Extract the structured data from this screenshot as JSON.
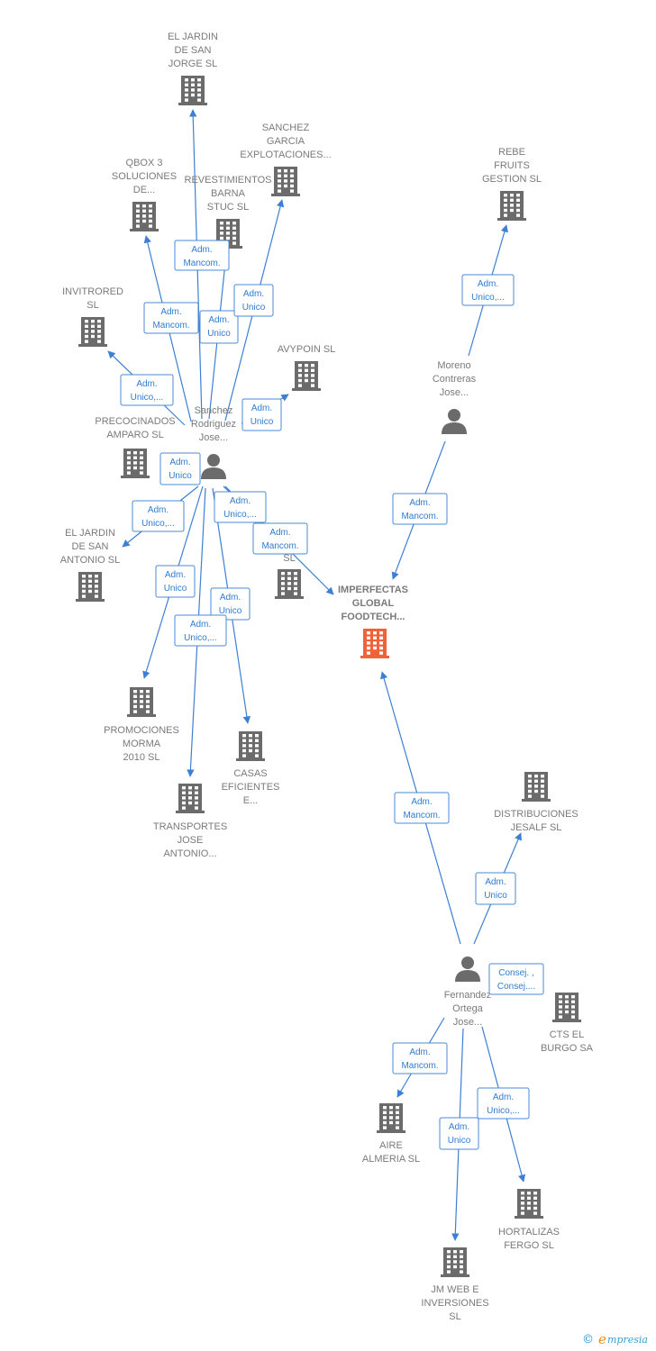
{
  "colors": {
    "edge": "#3d7fd4",
    "role_text": "#2f7bd2",
    "building": "#6b6b6b",
    "focus_building": "#f0623a",
    "person": "#6b6b6b",
    "label": "#7a7a7a"
  },
  "nodes": [
    {
      "id": "jardin_jorge",
      "type": "company",
      "label": [
        "EL JARDIN",
        "DE SAN",
        "JORGE  SL"
      ]
    },
    {
      "id": "sanchez_garcia",
      "type": "company",
      "label": [
        "SANCHEZ",
        "GARCIA",
        "EXPLOTACIONES..."
      ]
    },
    {
      "id": "qbox",
      "type": "company",
      "label": [
        "QBOX 3",
        "SOLUCIONES",
        "DE..."
      ]
    },
    {
      "id": "revestimientos",
      "type": "company",
      "label": [
        "REVESTIMIENTOS",
        "BARNA",
        "STUC  SL"
      ]
    },
    {
      "id": "rebe",
      "type": "company",
      "label": [
        "REBE",
        "FRUITS",
        "GESTION  SL"
      ]
    },
    {
      "id": "invitrored",
      "type": "company",
      "label": [
        "INVITRORED",
        "SL"
      ]
    },
    {
      "id": "avypoin",
      "type": "company",
      "label": [
        "AVYPOIN  SL"
      ]
    },
    {
      "id": "moreno",
      "type": "person",
      "label": [
        "Moreno",
        "Contreras",
        "Jose..."
      ]
    },
    {
      "id": "precocinados",
      "type": "company",
      "label": [
        "PRECOCINADOS",
        "AMPARO SL"
      ]
    },
    {
      "id": "sanchez_person",
      "type": "person",
      "label": [
        "Sanchez",
        "Rodriguez",
        "Jose..."
      ]
    },
    {
      "id": "jardin_antonio",
      "type": "company",
      "label": [
        "EL JARDIN",
        "DE SAN",
        "ANTONIO  SL"
      ]
    },
    {
      "id": "hidden_ng",
      "type": "company",
      "label": [
        "NG",
        "SL"
      ]
    },
    {
      "id": "imperfectas",
      "type": "focus",
      "label": [
        "IMPERFECTAS",
        "GLOBAL",
        "FOODTECH..."
      ]
    },
    {
      "id": "promociones",
      "type": "company",
      "label": [
        "PROMOCIONES",
        "MORMA",
        "2010 SL"
      ]
    },
    {
      "id": "casas",
      "type": "company",
      "label": [
        "CASAS",
        "EFICIENTES",
        "E..."
      ]
    },
    {
      "id": "transportes",
      "type": "company",
      "label": [
        "TRANSPORTES",
        "JOSE",
        "ANTONIO..."
      ]
    },
    {
      "id": "distribuciones",
      "type": "company",
      "label": [
        "DISTRIBUCIONES",
        "JESALF  SL"
      ]
    },
    {
      "id": "fernandez",
      "type": "person",
      "label": [
        "Fernandez",
        "Ortega",
        "Jose..."
      ]
    },
    {
      "id": "cts",
      "type": "company",
      "label": [
        "CTS EL",
        "BURGO SA"
      ]
    },
    {
      "id": "aire",
      "type": "company",
      "label": [
        "AIRE",
        "ALMERIA SL"
      ]
    },
    {
      "id": "hortalizas",
      "type": "company",
      "label": [
        "HORTALIZAS",
        "FERGO  SL"
      ]
    },
    {
      "id": "jmweb",
      "type": "company",
      "label": [
        "JM WEB E",
        "INVERSIONES",
        "SL"
      ]
    }
  ],
  "roles": [
    {
      "lines": [
        "Adm.",
        "Mancom."
      ]
    },
    {
      "lines": [
        "Adm.",
        "Unico"
      ]
    },
    {
      "lines": [
        "Adm.",
        "Mancom."
      ]
    },
    {
      "lines": [
        "Adm.",
        "Unico"
      ]
    },
    {
      "lines": [
        "Adm.",
        "Unico,..."
      ]
    },
    {
      "lines": [
        "Adm.",
        "Unico,..."
      ]
    },
    {
      "lines": [
        "Adm.",
        "Unico"
      ]
    },
    {
      "lines": [
        "Adm.",
        "Unico"
      ]
    },
    {
      "lines": [
        "Adm.",
        "Unico,..."
      ]
    },
    {
      "lines": [
        "Adm.",
        "Unico,..."
      ]
    },
    {
      "lines": [
        "Adm.",
        "Mancom."
      ]
    },
    {
      "lines": [
        "Adm.",
        "Unico"
      ]
    },
    {
      "lines": [
        "Adm.",
        "Unico"
      ]
    },
    {
      "lines": [
        "Adm.",
        "Unico,..."
      ]
    },
    {
      "lines": [
        "Adm.",
        "Mancom."
      ]
    },
    {
      "lines": [
        "Adm.",
        "Mancom."
      ]
    },
    {
      "lines": [
        "Adm.",
        "Unico"
      ]
    },
    {
      "lines": [
        "Consej. ,",
        "Consej...."
      ]
    },
    {
      "lines": [
        "Adm.",
        "Mancom."
      ]
    },
    {
      "lines": [
        "Adm.",
        "Unico,..."
      ]
    },
    {
      "lines": [
        "Adm.",
        "Unico"
      ]
    }
  ],
  "brand": {
    "copyright": "©",
    "initial": "e",
    "rest": "mpresia"
  }
}
